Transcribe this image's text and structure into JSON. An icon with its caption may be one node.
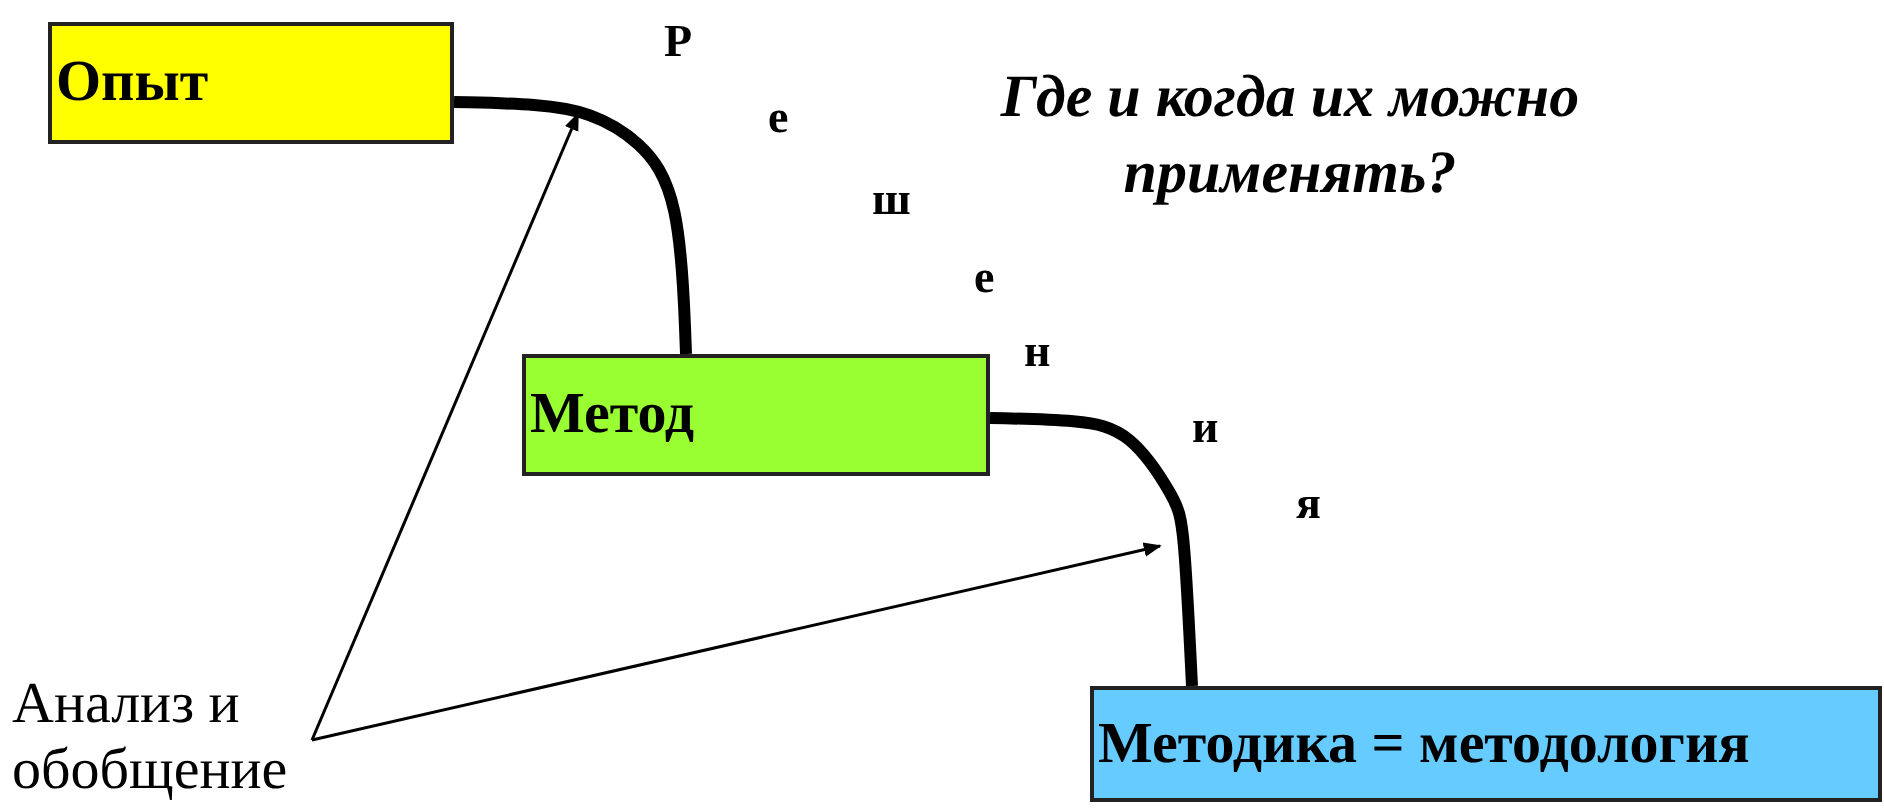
{
  "diagram": {
    "nodes": [
      {
        "text": [
          "Опыт"
        ]
      },
      {
        "text": [
          "Метод"
        ]
      },
      {
        "text": [
          "Методика = методология"
        ]
      },
      {
        "text": [
          "Анализ и обобщение"
        ]
      }
    ],
    "edges": [
      {
        "from": 0,
        "to": 1,
        "arrow": "none",
        "style": "thick"
      },
      {
        "from": 1,
        "to": 2,
        "arrow": "none",
        "style": "thick"
      },
      {
        "from": 3,
        "to": null,
        "arrow": "to"
      },
      {
        "from": 3,
        "to": null,
        "arrow": "to"
      }
    ],
    "labels": [
      "Р",
      "е",
      "Где и когда их можно применять?",
      "ш",
      "е",
      "н",
      "и",
      "я"
    ]
  }
}
